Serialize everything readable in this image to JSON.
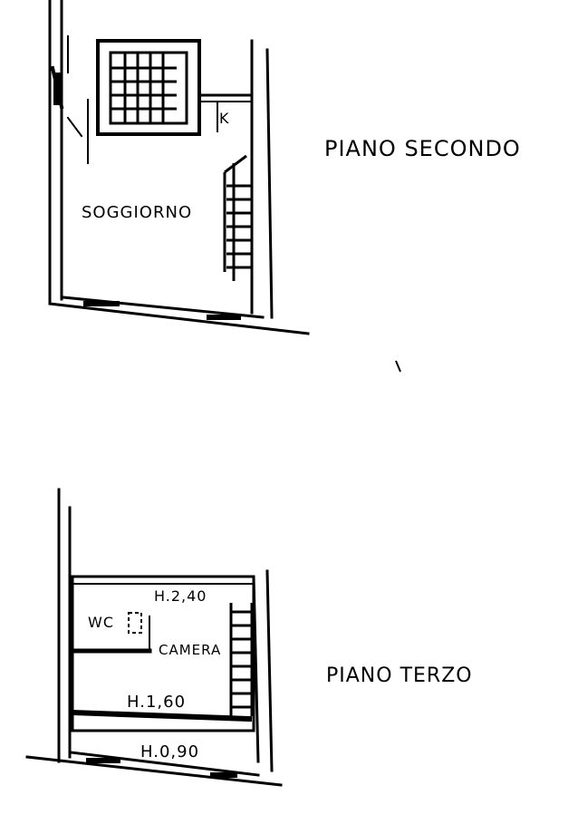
{
  "floors": [
    {
      "title": "PIANO SECONDO",
      "rooms": [
        {
          "label": "SOGGIORNO"
        },
        {
          "label": "K"
        }
      ]
    },
    {
      "title": "PIANO TERZO",
      "rooms": [
        {
          "label": "WC"
        },
        {
          "label": "CAMERA"
        }
      ],
      "heights": [
        "H.2,40",
        "H.1,60",
        "H.0,90"
      ]
    }
  ]
}
